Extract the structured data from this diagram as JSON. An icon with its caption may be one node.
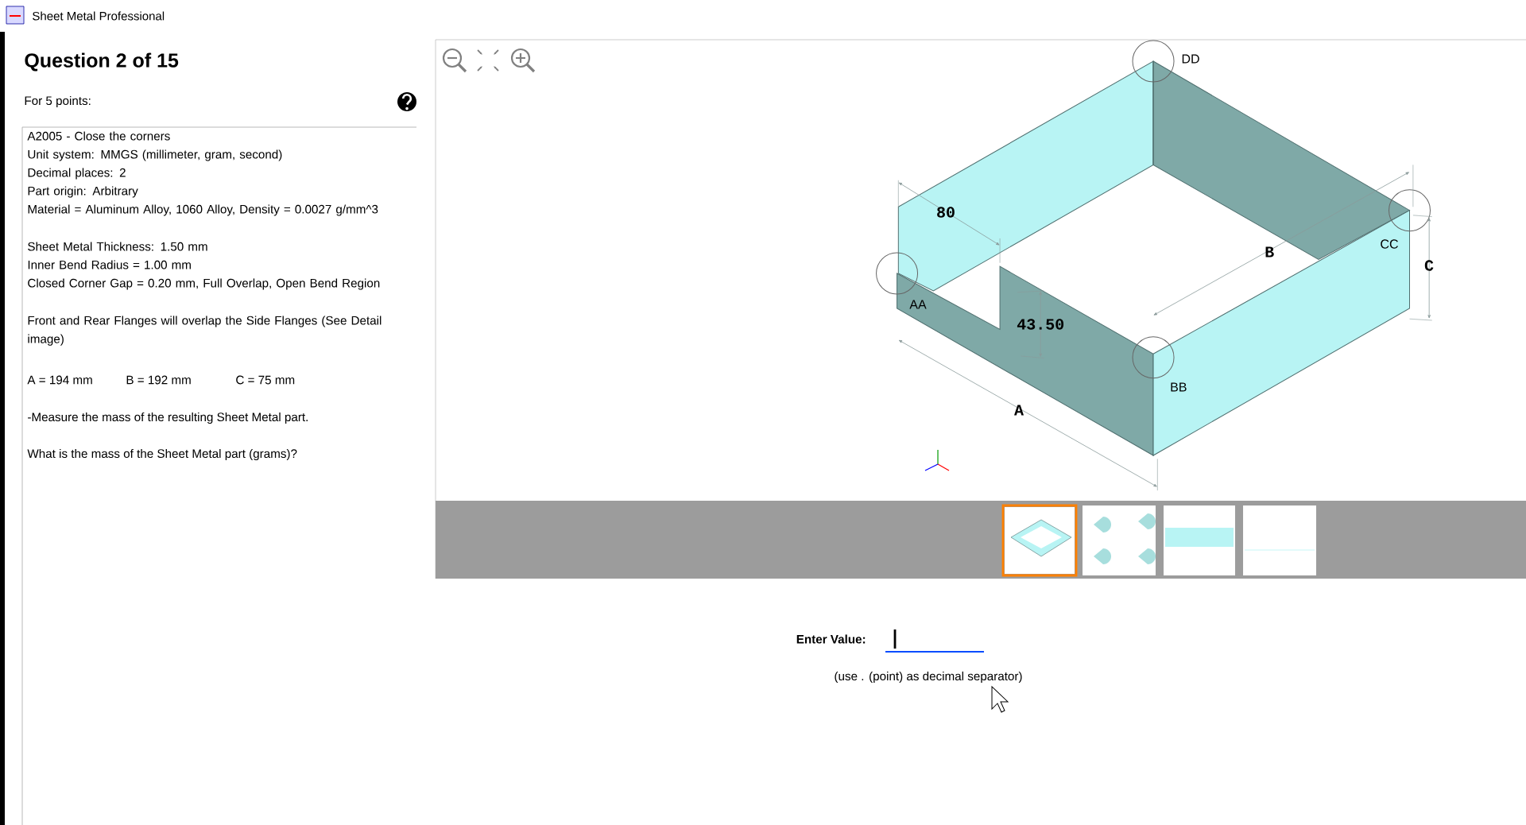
{
  "diagram": {
    "title": "Sheet Metal Professional",
    "labels": [
      "Question 2 of 15",
      "For 5 points:",
      "A2005 - Close the corners",
      "Unit system: MMGS (millimeter, gram, second)",
      "Decimal places: 2",
      "Part origin: Arbitrary",
      "Material = Aluminum Alloy, 1060 Alloy, Density = 0.0027 g/mm^3",
      "Sheet Metal Thickness: 1.50 mm",
      "Inner Bend Radius = 1.00 mm",
      "Closed Corner Gap = 0.20 mm, Full Overlap, Open Bend Region",
      "Front and Rear Flanges will overlap the Side Flanges (See Detail image)",
      "A = 194 mm",
      "B = 192 mm",
      "C = 75 mm",
      "-Measure the mass of the resulting Sheet Metal part.",
      "What is the mass of the Sheet Metal part (grams)?",
      "DD",
      "80",
      "B",
      "CC",
      "C",
      "AA",
      "43.50",
      "BB",
      "A",
      "Enter Value:",
      "(use . (point) as decimal separator)"
    ]
  }
}
